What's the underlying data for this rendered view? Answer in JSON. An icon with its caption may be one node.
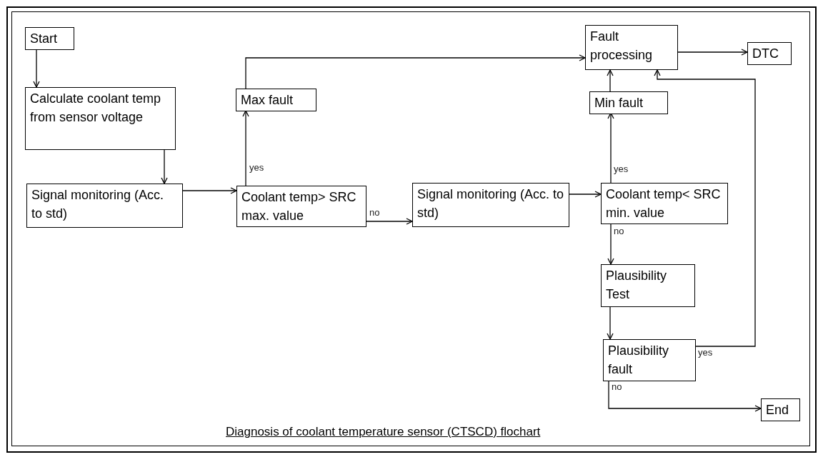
{
  "diagram": {
    "caption": "Diagnosis of coolant temperature sensor (CTSCD) flochart",
    "nodes": [
      {
        "text": [
          "Start"
        ]
      },
      {
        "text": [
          "Calculate coolant temp from sensor voltage"
        ]
      },
      {
        "text": [
          "Signal monitoring (Acc. to std)"
        ]
      },
      {
        "text": [
          "Coolant temp> SRC max. value"
        ]
      },
      {
        "text": [
          "Max fault"
        ]
      },
      {
        "text": [
          "Signal monitoring (Acc. to std)"
        ]
      },
      {
        "text": [
          "Coolant temp< SRC min. value"
        ]
      },
      {
        "text": [
          "Min fault"
        ]
      },
      {
        "text": [
          "Fault processing"
        ]
      },
      {
        "text": [
          "DTC"
        ]
      },
      {
        "text": [
          "Plausibility Test"
        ]
      },
      {
        "text": [
          "Plausibility fault"
        ]
      },
      {
        "text": [
          "End"
        ]
      }
    ],
    "edges": [
      {
        "from": 0,
        "to": 1,
        "arrow": "to"
      },
      {
        "from": 1,
        "to": 2,
        "arrow": "to"
      },
      {
        "from": 2,
        "to": 3,
        "arrow": "to"
      },
      {
        "from": 3,
        "to": 4,
        "arrow": "to",
        "label": "yes"
      },
      {
        "from": 4,
        "to": 8,
        "arrow": "to"
      },
      {
        "from": 3,
        "to": 5,
        "arrow": "to",
        "label": "no"
      },
      {
        "from": 5,
        "to": 6,
        "arrow": "to"
      },
      {
        "from": 6,
        "to": 7,
        "arrow": "to",
        "label": "yes"
      },
      {
        "from": 7,
        "to": 8,
        "arrow": "to"
      },
      {
        "from": 8,
        "to": 9,
        "arrow": "to"
      },
      {
        "from": 6,
        "to": 10,
        "arrow": "to",
        "label": "no"
      },
      {
        "from": 10,
        "to": 11,
        "arrow": "to"
      },
      {
        "from": 11,
        "to": 8,
        "arrow": "to",
        "label": "yes"
      },
      {
        "from": 11,
        "to": 12,
        "arrow": "to",
        "label": "no"
      }
    ]
  }
}
